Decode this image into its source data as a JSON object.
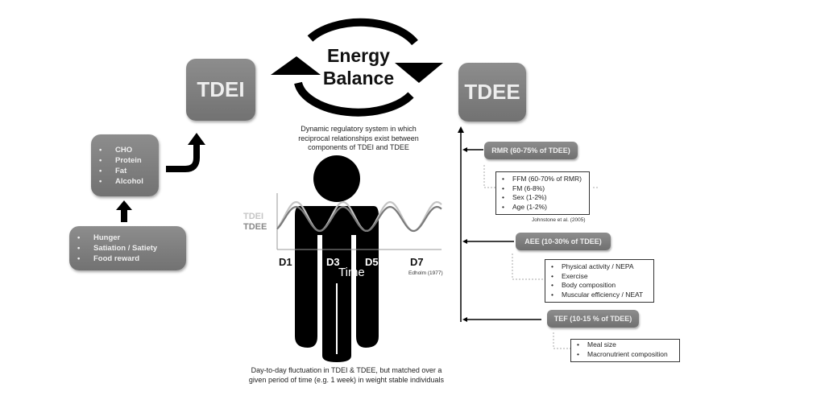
{
  "title": {
    "line1": "Energy",
    "line2": "Balance"
  },
  "central_caption": "Dynamic regulatory system in which reciprocal relationships exist between components of TDEI and TDEE",
  "bottom_caption": "Day-to-day fluctuation in TDEI & TDEE, but matched over a given period of time (e.g. 1 week) in weight stable individuals",
  "tdei": {
    "label": "TDEI",
    "macros": [
      "CHO",
      "Protein",
      "Fat",
      "Alcohol"
    ],
    "drivers": [
      "Hunger",
      "Satiation / Satiety",
      "Food reward"
    ]
  },
  "tdee": {
    "label": "TDEE",
    "components": [
      {
        "label": "RMR (60-75% of TDEE)",
        "factors": [
          "FFM (60-70% of RMR)",
          "FM (6-8%)",
          "Sex (1-2%)",
          "Age (1-2%)"
        ],
        "citation": "Johnstone et al. (2005)"
      },
      {
        "label": "AEE (10-30% of TDEE)",
        "factors": [
          "Physical activity / NEPA",
          "Exercise",
          "Body composition",
          "Muscular efficiency / NEAT"
        ]
      },
      {
        "label": "TEF (10-15 % of TDEE)",
        "factors": [
          "Meal size",
          "Macronutrient composition"
        ]
      }
    ]
  },
  "chart_data": {
    "type": "line",
    "title": "",
    "xlabel": "Time",
    "ylabel": "",
    "x_ticks": [
      "D1",
      "D3",
      "D5",
      "D7"
    ],
    "legend": [
      "TDEI",
      "TDEE"
    ],
    "series": [
      {
        "name": "TDEI",
        "color": "#bbbbbb",
        "description": "sinusoidal daily fluctuation, ~3.5 cycles over D1-D7"
      },
      {
        "name": "TDEE",
        "color": "#777777",
        "description": "sinusoidal daily fluctuation in phase with TDEI"
      }
    ],
    "citation": "Edholm (1977)"
  }
}
